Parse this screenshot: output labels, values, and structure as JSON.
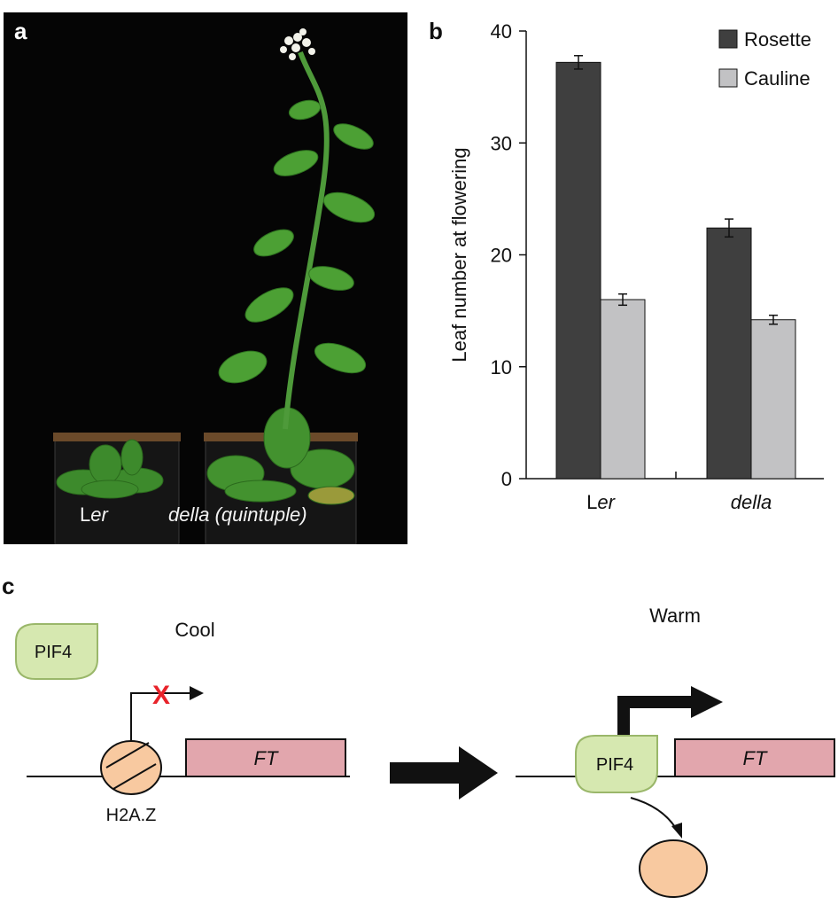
{
  "panels": {
    "a": {
      "label": "a",
      "captions": [
        {
          "prefix": "L",
          "italic": "er"
        },
        {
          "prefix": "",
          "italic": "della (quintuple)"
        }
      ]
    },
    "b": {
      "label": "b"
    },
    "c": {
      "label": "c",
      "cool_label": "Cool",
      "warm_label": "Warm",
      "pif4_label": "PIF4",
      "ft_label": "FT",
      "h2az_label": "H2A.Z",
      "blocked_mark": "X"
    }
  },
  "chart_data": {
    "type": "bar",
    "categories": [
      "Ler",
      "della"
    ],
    "category_display": [
      {
        "prefix": "L",
        "italic": "er"
      },
      {
        "prefix": "",
        "italic": "della"
      }
    ],
    "series": [
      {
        "name": "Rosette",
        "values": [
          37.2,
          22.4
        ],
        "errors": [
          0.6,
          0.8
        ],
        "color": "#3f3f3f"
      },
      {
        "name": "Cauline",
        "values": [
          16.0,
          14.2
        ],
        "errors": [
          0.5,
          0.4
        ],
        "color": "#c2c2c4"
      }
    ],
    "title": "",
    "xlabel": "",
    "ylabel": "Leaf number at flowering",
    "ylim": [
      0,
      40
    ],
    "yticks": [
      0,
      10,
      20,
      30,
      40
    ],
    "grid": false,
    "legend": "top-right"
  },
  "colors": {
    "pif4_fill": "#d6e8b0",
    "ft_fill": "#e2a6ad",
    "nucleosome_fill": "#f8c9a0",
    "blocked": "#e8232a"
  }
}
